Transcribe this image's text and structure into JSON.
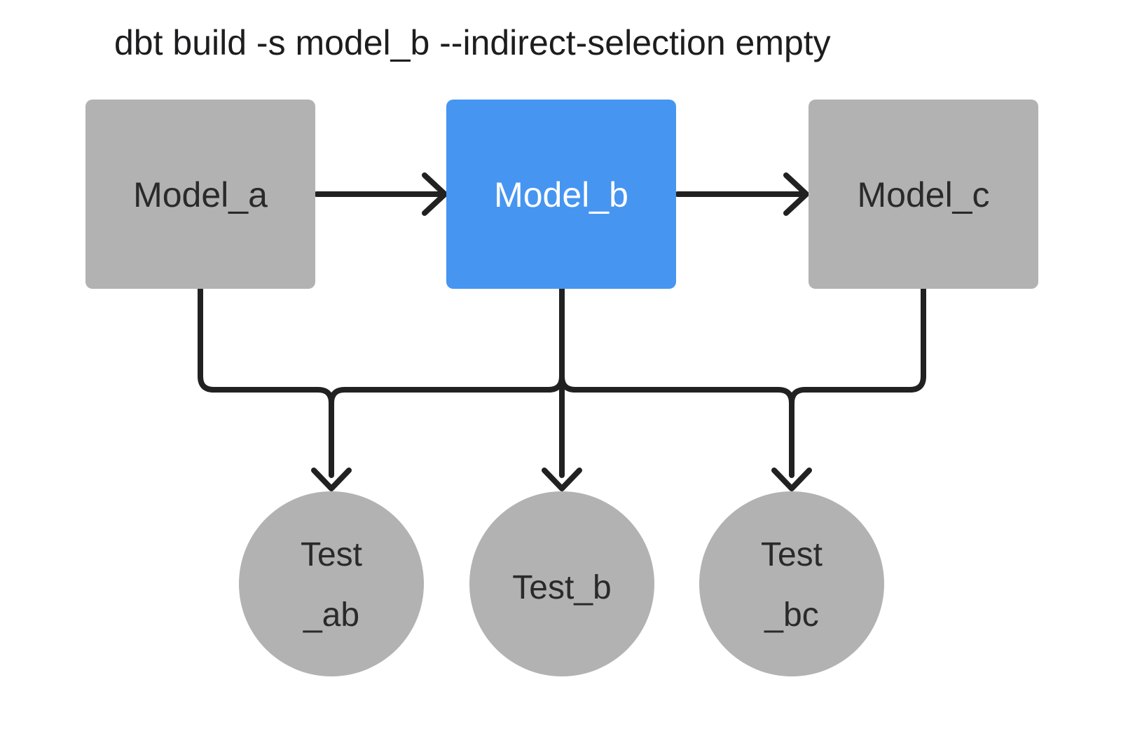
{
  "title": "dbt build -s model_b --indirect-selection empty",
  "colors": {
    "background": "#ffffff",
    "node_gray": "#b2b2b2",
    "node_selected_blue": "#4695f1",
    "edge_black": "#212121",
    "label_dark": "#2a2a2a",
    "label_light": "#ffffff",
    "title_color": "#1d1d1f"
  },
  "nodes": {
    "model_a": {
      "label": "Model_a",
      "type": "model",
      "selected": false
    },
    "model_b": {
      "label": "Model_b",
      "type": "model",
      "selected": true
    },
    "model_c": {
      "label": "Model_c",
      "type": "model",
      "selected": false
    },
    "test_ab": {
      "lines": [
        "Test",
        "_ab"
      ],
      "type": "test"
    },
    "test_b": {
      "lines": [
        "Test_b"
      ],
      "type": "test"
    },
    "test_bc": {
      "lines": [
        "Test",
        "_bc"
      ],
      "type": "test"
    }
  },
  "edges": [
    {
      "from": "model_a",
      "to": "model_b",
      "style": "arrow-right"
    },
    {
      "from": "model_b",
      "to": "model_c",
      "style": "arrow-right"
    },
    {
      "from": [
        "model_a",
        "model_b",
        "model_c"
      ],
      "to": [
        "test_ab",
        "test_b",
        "test_bc"
      ],
      "style": "merged-rail-arrows-down"
    }
  ]
}
